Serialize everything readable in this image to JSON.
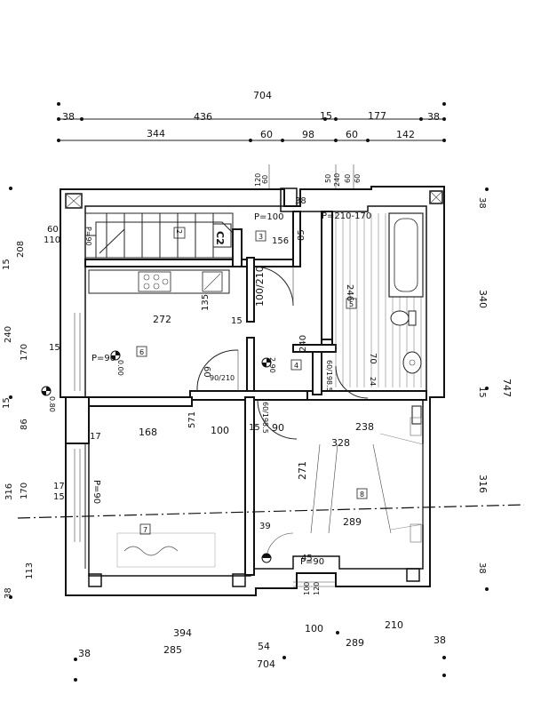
{
  "dims": {
    "top_total": "704",
    "top_row1": [
      "38",
      "436",
      "15",
      "177",
      "38"
    ],
    "top_row2": [
      "344",
      "60",
      "98",
      "60",
      "142"
    ],
    "top_vertical": [
      "60",
      "120",
      "240",
      "50",
      "60",
      "60"
    ],
    "left": [
      "38",
      "60",
      "110",
      "208",
      "15",
      "240",
      "170",
      "150",
      "15",
      "86",
      "170",
      "150",
      "316",
      "113",
      "38"
    ],
    "right": [
      "38",
      "340",
      "747",
      "15",
      "316",
      "38"
    ],
    "bottom": [
      "394",
      "100",
      "210",
      "38",
      "285",
      "54",
      "289",
      "704",
      "38",
      "100",
      "120"
    ],
    "interior": [
      "38",
      "156",
      "85",
      "246",
      "272",
      "135",
      "15",
      "100/210",
      "240",
      "60/198.5",
      "70",
      "24",
      "90/210",
      "60",
      "571",
      "100",
      "168",
      "17",
      "15",
      "90",
      "60/198.5",
      "238",
      "328",
      "271",
      "289",
      "39",
      "45"
    ]
  },
  "labels": {
    "p100": "P=100",
    "p210_170": "P=210-170",
    "p90_a": "P=90",
    "p90_b": "P=90",
    "p90_c": "P=90",
    "p90_d": "P=90",
    "stair": "C2",
    "room_2": "2",
    "room_3": "3",
    "room_4": "4",
    "room_5": "5",
    "room_6": "6",
    "room_7": "7",
    "room_8": "8",
    "level_a": "0.00",
    "level_b": "2.90",
    "level_c": "0.80"
  }
}
